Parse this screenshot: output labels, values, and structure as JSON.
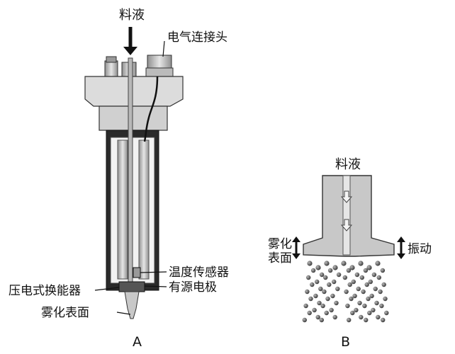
{
  "panel_a": {
    "label": "A",
    "feed_label": "料液",
    "callouts": {
      "electrical_connector": "电气连接头",
      "temperature_sensor": "温度传感器",
      "active_electrode": "有源电极",
      "piezo_transducer": "压电式换能器",
      "atomizing_surface": "雾化表面"
    }
  },
  "panel_b": {
    "label": "B",
    "feed_label": "料液",
    "atomizing_surface_line1": "雾化",
    "atomizing_surface_line2": "表面",
    "vibration_label": "振动"
  },
  "colors": {
    "ink": "#111111",
    "housing": "#2a2a2a",
    "steel_light": "#d6d6d6",
    "steel_mid": "#9a9a9a",
    "nozzle_fill": "#c8c8c8",
    "droplet": "#555555"
  }
}
